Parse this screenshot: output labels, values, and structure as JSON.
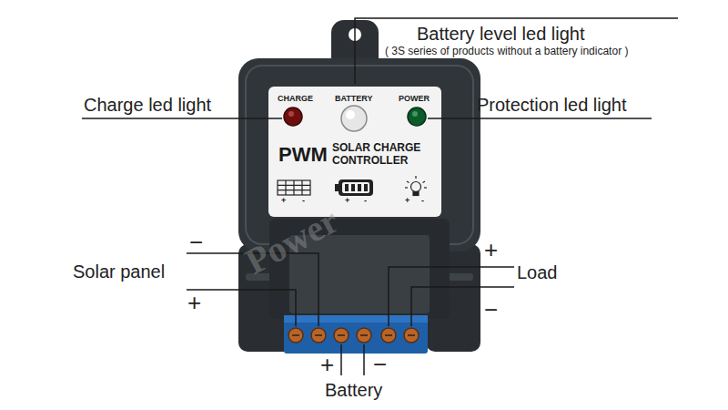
{
  "diagram": {
    "nodes": [
      {
        "text": [
          "CHARGE",
          "BATTERY",
          "POWER",
          "PWM",
          "SOLAR CHARGE CONTROLLER",
          "+",
          "-",
          "+",
          "-",
          "+",
          "-"
        ]
      }
    ],
    "labels": [
      "Battery level led light",
      "( 3S series of products without a battery indicator )",
      "Charge led light",
      "Protection led light",
      "Solar panel",
      "Load",
      "Battery",
      "−",
      "+",
      "+",
      "−",
      "+",
      "−",
      "Power"
    ]
  }
}
